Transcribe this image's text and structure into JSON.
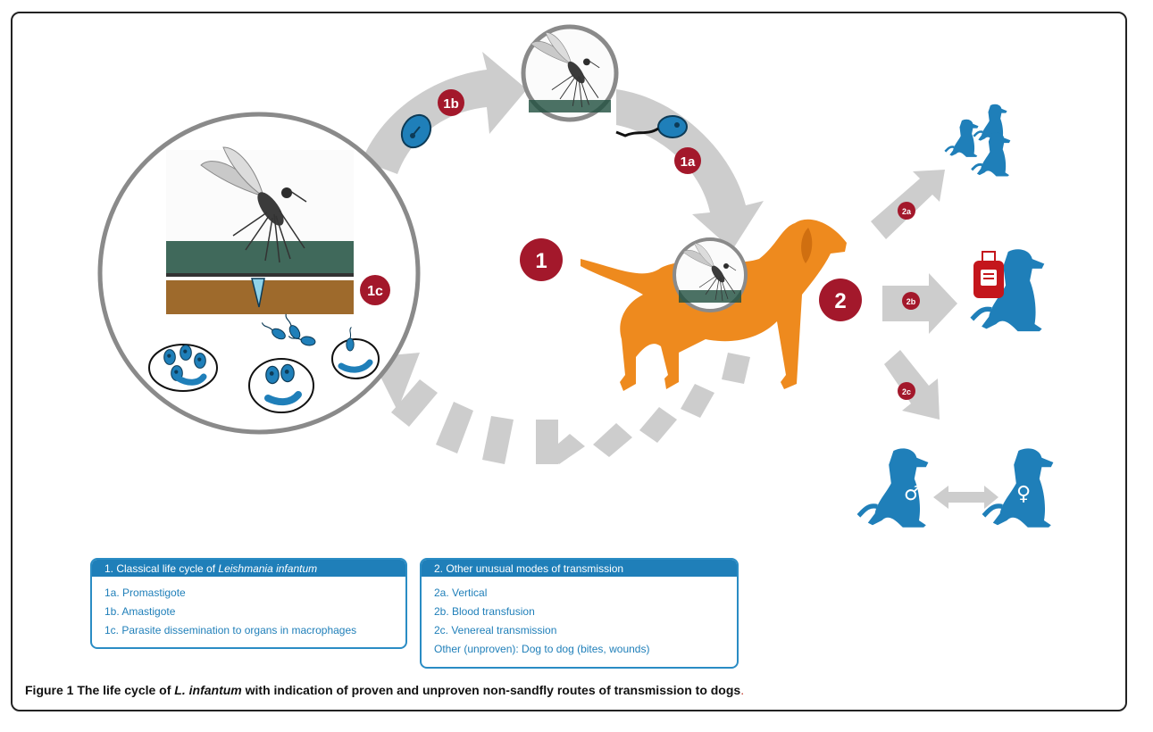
{
  "colors": {
    "badge_red": "#a3182b",
    "parasite_blue": "#1f7fb9",
    "dog_orange": "#ee8a1e",
    "arrow_grey": "#c8c8c8",
    "legend_blue": "#1f7fb9"
  },
  "badges": {
    "b1": "1",
    "b1a": "1a",
    "b1b": "1b",
    "b1c": "1c",
    "b2": "2",
    "b2a": "2a",
    "b2b": "2b",
    "b2c": "2c"
  },
  "symbols": {
    "male": "♂",
    "female": "♀"
  },
  "icons": [
    "sandfly-icon",
    "dog-icon",
    "blood-bag-icon",
    "promastigote-icon",
    "amastigote-icon",
    "macrophage-icon"
  ],
  "legend1": {
    "title_prefix": "1. Classical life cycle of ",
    "title_italic": "Leishmania infantum",
    "items": [
      "1a. Promastigote",
      "1b. Amastigote",
      "1c. Parasite dissemination to organs in macrophages"
    ]
  },
  "legend2": {
    "title": "2. Other unusual modes of transmission",
    "items": [
      "2a. Vertical",
      "2b. Blood transfusion",
      "2c. Venereal transmission",
      "Other (unproven): Dog to dog (bites, wounds)"
    ]
  },
  "caption": {
    "label": "Figure 1",
    "text_before": " The life cycle of ",
    "italic": "L. infantum",
    "text_after": " with indication of proven and unproven non-sandfly routes of transmission to dogs",
    "period": "."
  }
}
